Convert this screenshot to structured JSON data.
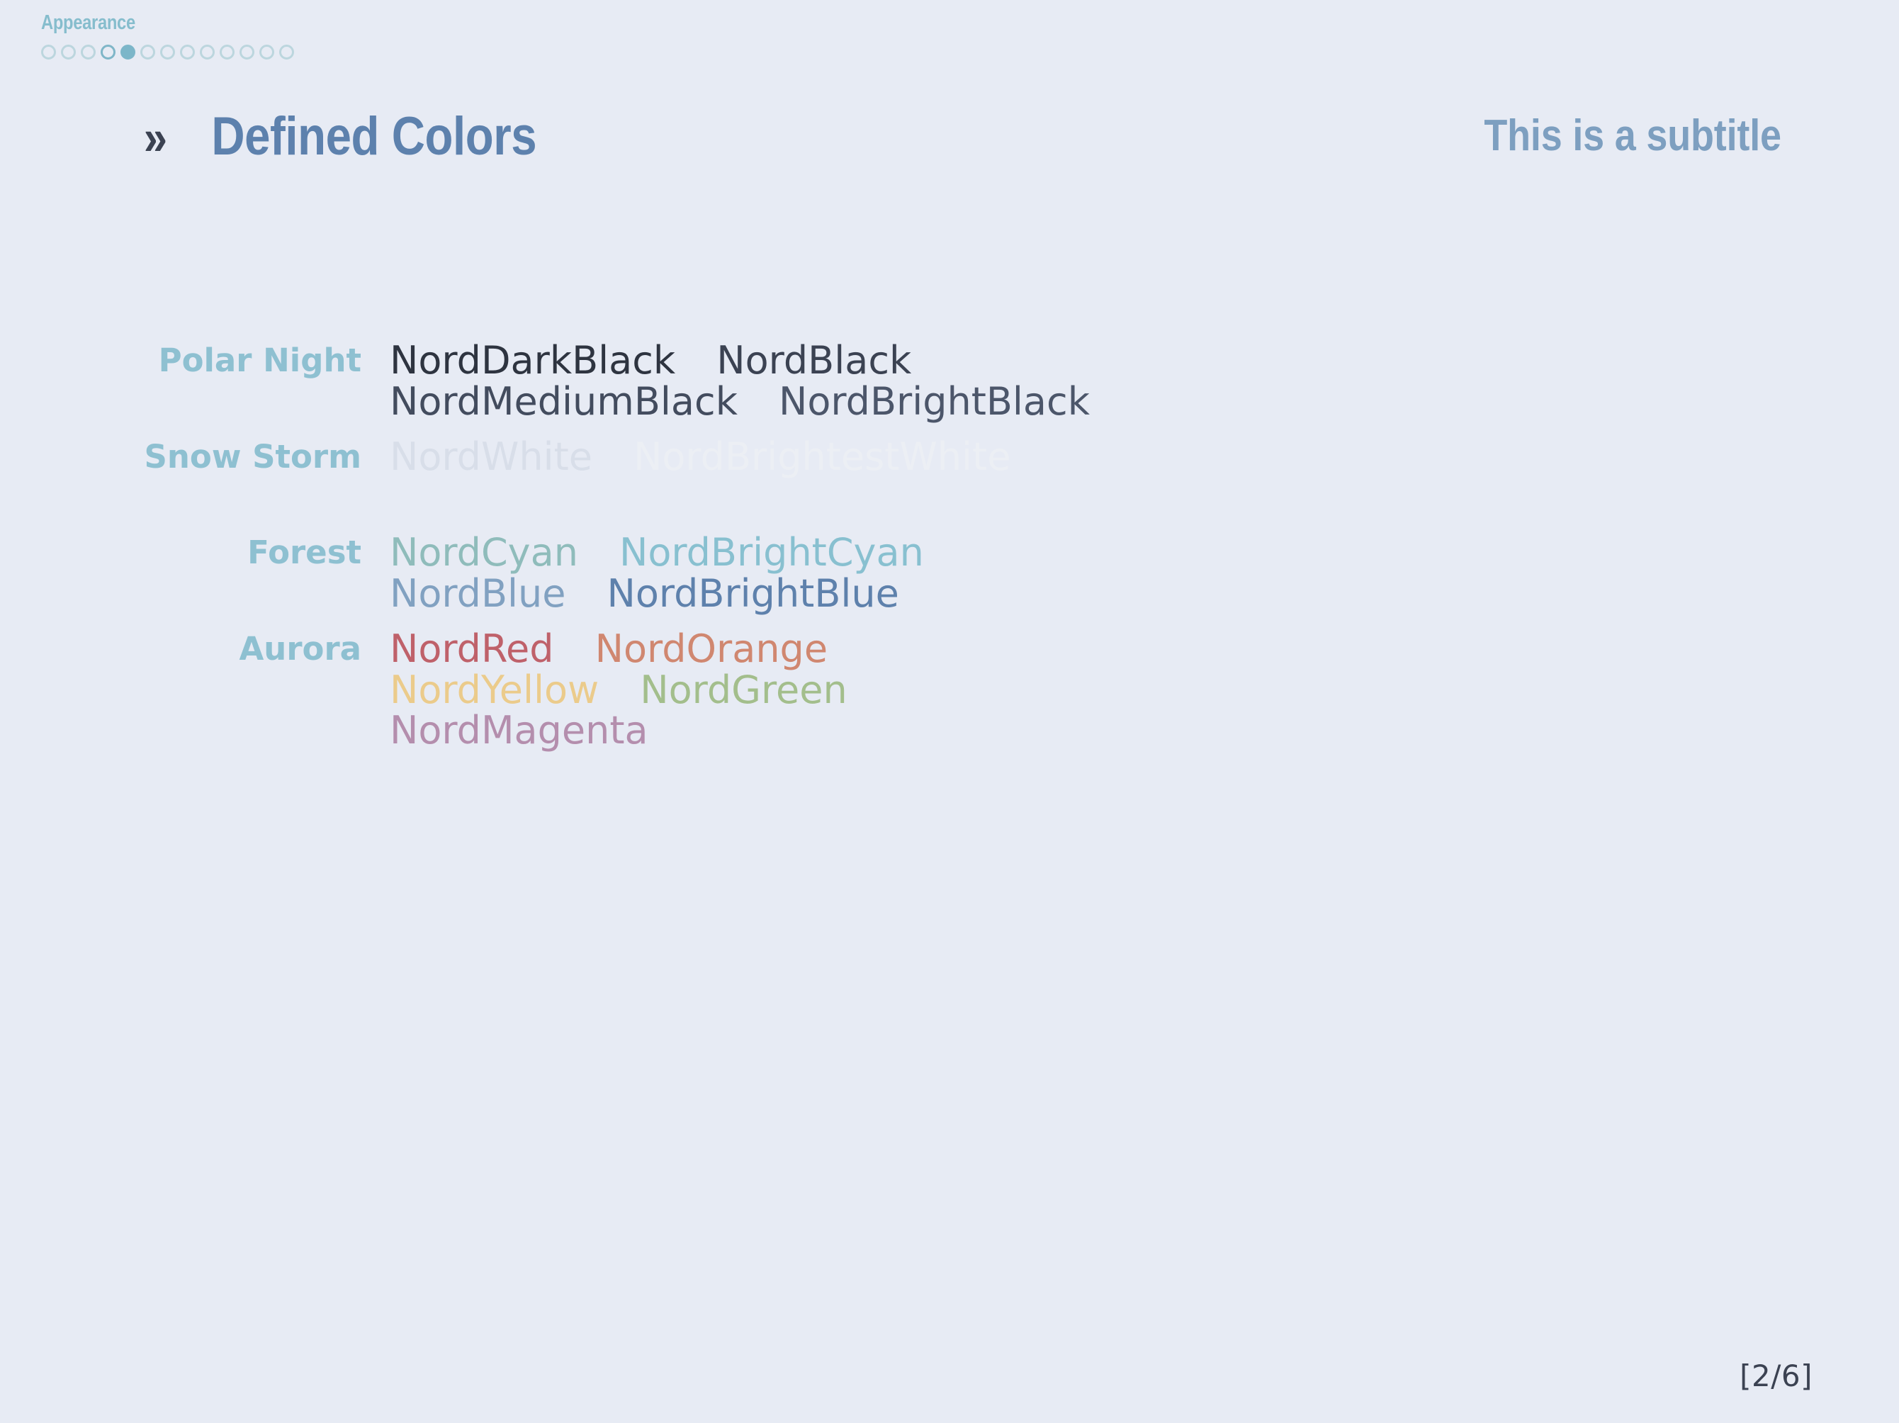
{
  "background_color": "#e7ebf4",
  "nav": {
    "section_name": "Appearance",
    "dots_total": 13,
    "current_index": 5,
    "seen_index": 4,
    "dot_color": "#bcd6de",
    "dot_active_color": "#7cb6c9"
  },
  "title": {
    "chevron": "»",
    "chevron_color": "#3b4252",
    "text": "Defined Colors",
    "color": "#5d81ad",
    "subtitle": "This is a subtitle",
    "subtitle_color": "#7d9fc0"
  },
  "label_color": "#8ec0d1",
  "groups": [
    {
      "label": "Polar Night",
      "lines": [
        [
          {
            "name": "NordDarkBlack",
            "color": "#2e3440"
          },
          {
            "name": "NordBlack",
            "color": "#3b4252"
          }
        ],
        [
          {
            "name": "NordMediumBlack",
            "color": "#434c5e"
          },
          {
            "name": "NordBrightBlack",
            "color": "#4c566a"
          }
        ]
      ]
    },
    {
      "label": "Snow Storm",
      "lines": [
        [
          {
            "name": "NordWhite",
            "color": "#d8dee9"
          },
          {
            "name": "NordBrightestWhite",
            "color": "#eceff4"
          }
        ]
      ]
    },
    {
      "label": "Forest",
      "lines": [
        [
          {
            "name": "NordCyan",
            "color": "#8fbcbb"
          },
          {
            "name": "NordBrightCyan",
            "color": "#88c0d0"
          }
        ],
        [
          {
            "name": "NordBlue",
            "color": "#81a1c1"
          },
          {
            "name": "NordBrightBlue",
            "color": "#5e81ac"
          }
        ]
      ]
    },
    {
      "label": "Aurora",
      "lines": [
        [
          {
            "name": "NordRed",
            "color": "#bf616a"
          },
          {
            "name": "NordOrange",
            "color": "#d08770"
          }
        ],
        [
          {
            "name": "NordYellow",
            "color": "#ebcb8b"
          },
          {
            "name": "NordGreen",
            "color": "#a3be8c"
          }
        ],
        [
          {
            "name": "NordMagenta",
            "color": "#b48ead"
          }
        ]
      ]
    }
  ],
  "footer": {
    "page_number": "[2/6]",
    "page_number_color": "#3b4252"
  }
}
